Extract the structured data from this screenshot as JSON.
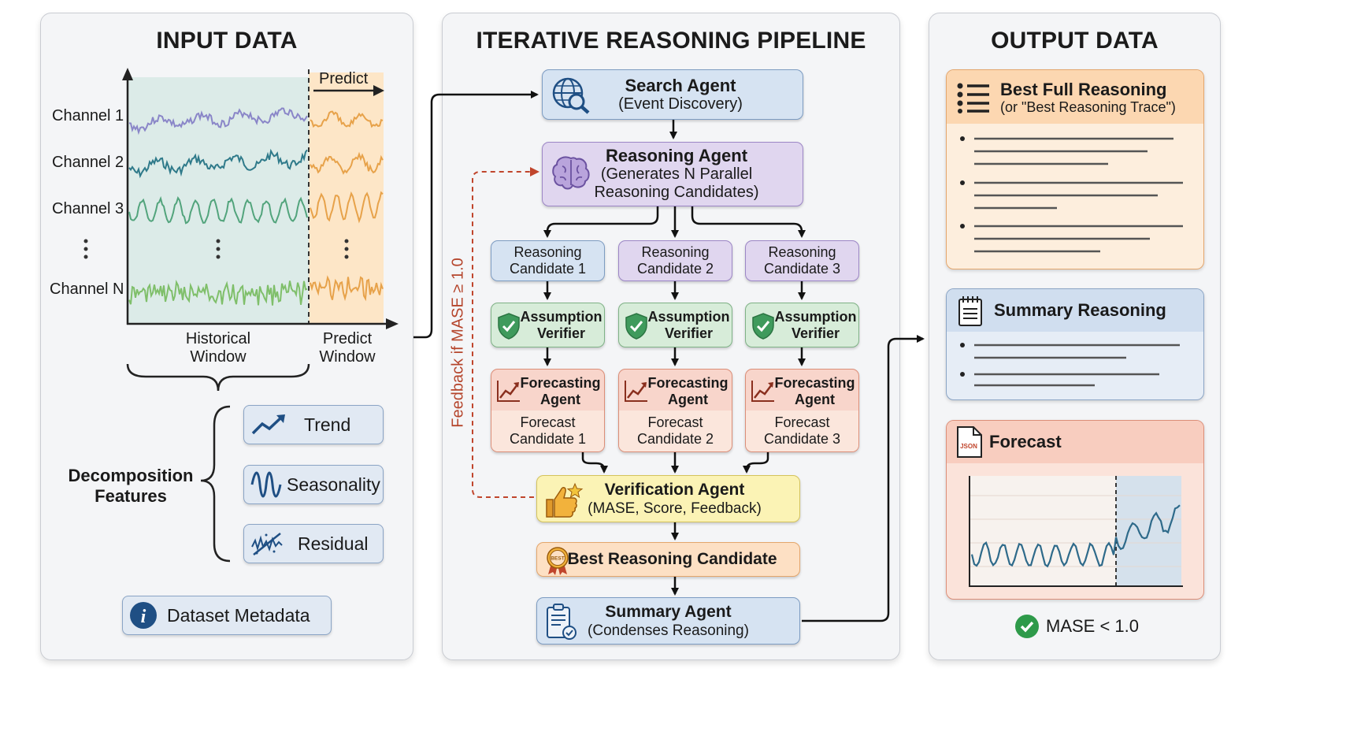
{
  "input": {
    "title": "INPUT DATA",
    "predict_label": "Predict",
    "channels": [
      "Channel 1",
      "Channel 2",
      "Channel 3",
      "Channel N"
    ],
    "historical_window": [
      "Historical",
      "Window"
    ],
    "predict_window": [
      "Predict",
      "Window"
    ],
    "decomposition_label": [
      "Decomposition",
      "Features"
    ],
    "features": [
      "Trend",
      "Seasonality",
      "Residual"
    ],
    "metadata": "Dataset Metadata"
  },
  "pipeline": {
    "title": "ITERATIVE REASONING PIPELINE",
    "search": {
      "title": "Search Agent",
      "sub": "(Event Discovery)"
    },
    "reasoning": {
      "title": "Reasoning Agent",
      "sub1": "(Generates N Parallel",
      "sub2": "Reasoning Candidates)"
    },
    "candidates": [
      {
        "line1": "Reasoning",
        "line2": "Candidate 1",
        "verifier1": "Assumption",
        "verifier2": "Verifier",
        "fa1": "Forecasting",
        "fa2": "Agent",
        "fc1": "Forecast",
        "fc2": "Candidate 1"
      },
      {
        "line1": "Reasoning",
        "line2": "Candidate 2",
        "verifier1": "Assumption",
        "verifier2": "Verifier",
        "fa1": "Forecasting",
        "fa2": "Agent",
        "fc1": "Forecast",
        "fc2": "Candidate 2"
      },
      {
        "line1": "Reasoning",
        "line2": "Candidate 3",
        "verifier1": "Assumption",
        "verifier2": "Verifier",
        "fa1": "Forecasting",
        "fa2": "Agent",
        "fc1": "Forecast",
        "fc2": "Candidate 3"
      }
    ],
    "feedback": "Feedback if MASE ≥ 1.0",
    "verification": {
      "title": "Verification Agent",
      "sub": "(MASE, Score, Feedback)"
    },
    "best": {
      "title": "Best Reasoning Candidate",
      "badge": "BEST"
    },
    "summary": {
      "title": "Summary Agent",
      "sub": "(Condenses Reasoning)"
    }
  },
  "output": {
    "title": "OUTPUT DATA",
    "best_full": {
      "title": "Best Full Reasoning",
      "sub": "(or \"Best Reasoning Trace\")"
    },
    "summary_reasoning": "Summary Reasoning",
    "forecast": {
      "title": "Forecast",
      "icon_text": "JSON"
    },
    "mase": "MASE < 1.0"
  },
  "colors": {
    "historical_bg": "#dcebe8",
    "predict_bg": "#fde6c7",
    "channel1": "#8a86c8",
    "channel2": "#2f7a8a",
    "channel3": "#52a47c",
    "channelN": "#7fbf6a",
    "forecast_line": "#e7a24a",
    "feedback": "#b5452c",
    "check": "#2e9a4a"
  }
}
